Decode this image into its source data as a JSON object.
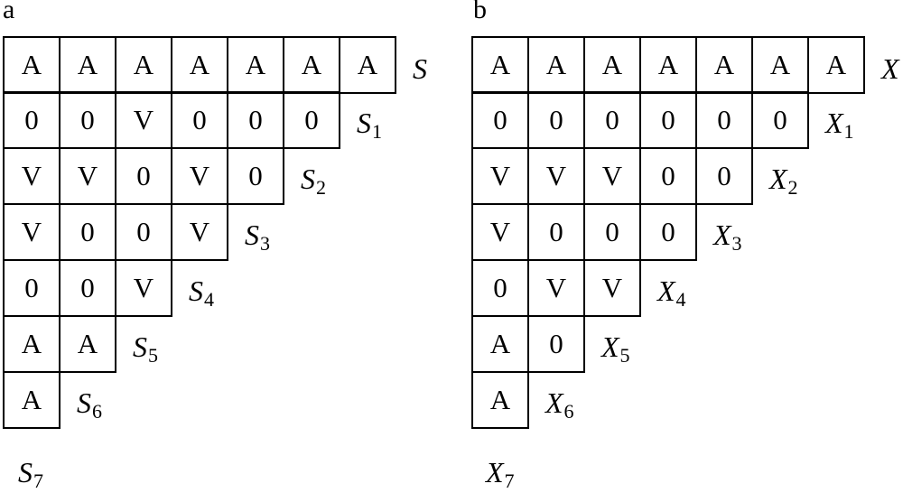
{
  "panels": [
    {
      "letter": "a",
      "rows": [
        {
          "cells": [
            "A",
            "A",
            "A",
            "A",
            "A",
            "A",
            "A"
          ],
          "label": "S",
          "sub": ""
        },
        {
          "cells": [
            "0",
            "0",
            "V",
            "0",
            "0",
            "0"
          ],
          "label": "S",
          "sub": "1"
        },
        {
          "cells": [
            "V",
            "V",
            "0",
            "V",
            "0"
          ],
          "label": "S",
          "sub": "2"
        },
        {
          "cells": [
            "V",
            "0",
            "0",
            "V"
          ],
          "label": "S",
          "sub": "3"
        },
        {
          "cells": [
            "0",
            "0",
            "V"
          ],
          "label": "S",
          "sub": "4"
        },
        {
          "cells": [
            "A",
            "A"
          ],
          "label": "S",
          "sub": "5"
        },
        {
          "cells": [
            "A"
          ],
          "label": "S",
          "sub": "6"
        }
      ],
      "bottom": {
        "label": "S",
        "sub": "7"
      }
    },
    {
      "letter": "b",
      "rows": [
        {
          "cells": [
            "A",
            "A",
            "A",
            "A",
            "A",
            "A",
            "A"
          ],
          "label": "X",
          "sub": ""
        },
        {
          "cells": [
            "0",
            "0",
            "0",
            "0",
            "0",
            "0"
          ],
          "label": "X",
          "sub": "1"
        },
        {
          "cells": [
            "V",
            "V",
            "V",
            "0",
            "0"
          ],
          "label": "X",
          "sub": "2"
        },
        {
          "cells": [
            "V",
            "0",
            "0",
            "0"
          ],
          "label": "X",
          "sub": "3"
        },
        {
          "cells": [
            "0",
            "V",
            "V"
          ],
          "label": "X",
          "sub": "4"
        },
        {
          "cells": [
            "A",
            "0"
          ],
          "label": "X",
          "sub": "5"
        },
        {
          "cells": [
            "A"
          ],
          "label": "X",
          "sub": "6"
        }
      ],
      "bottom": {
        "label": "X",
        "sub": "7"
      }
    }
  ]
}
